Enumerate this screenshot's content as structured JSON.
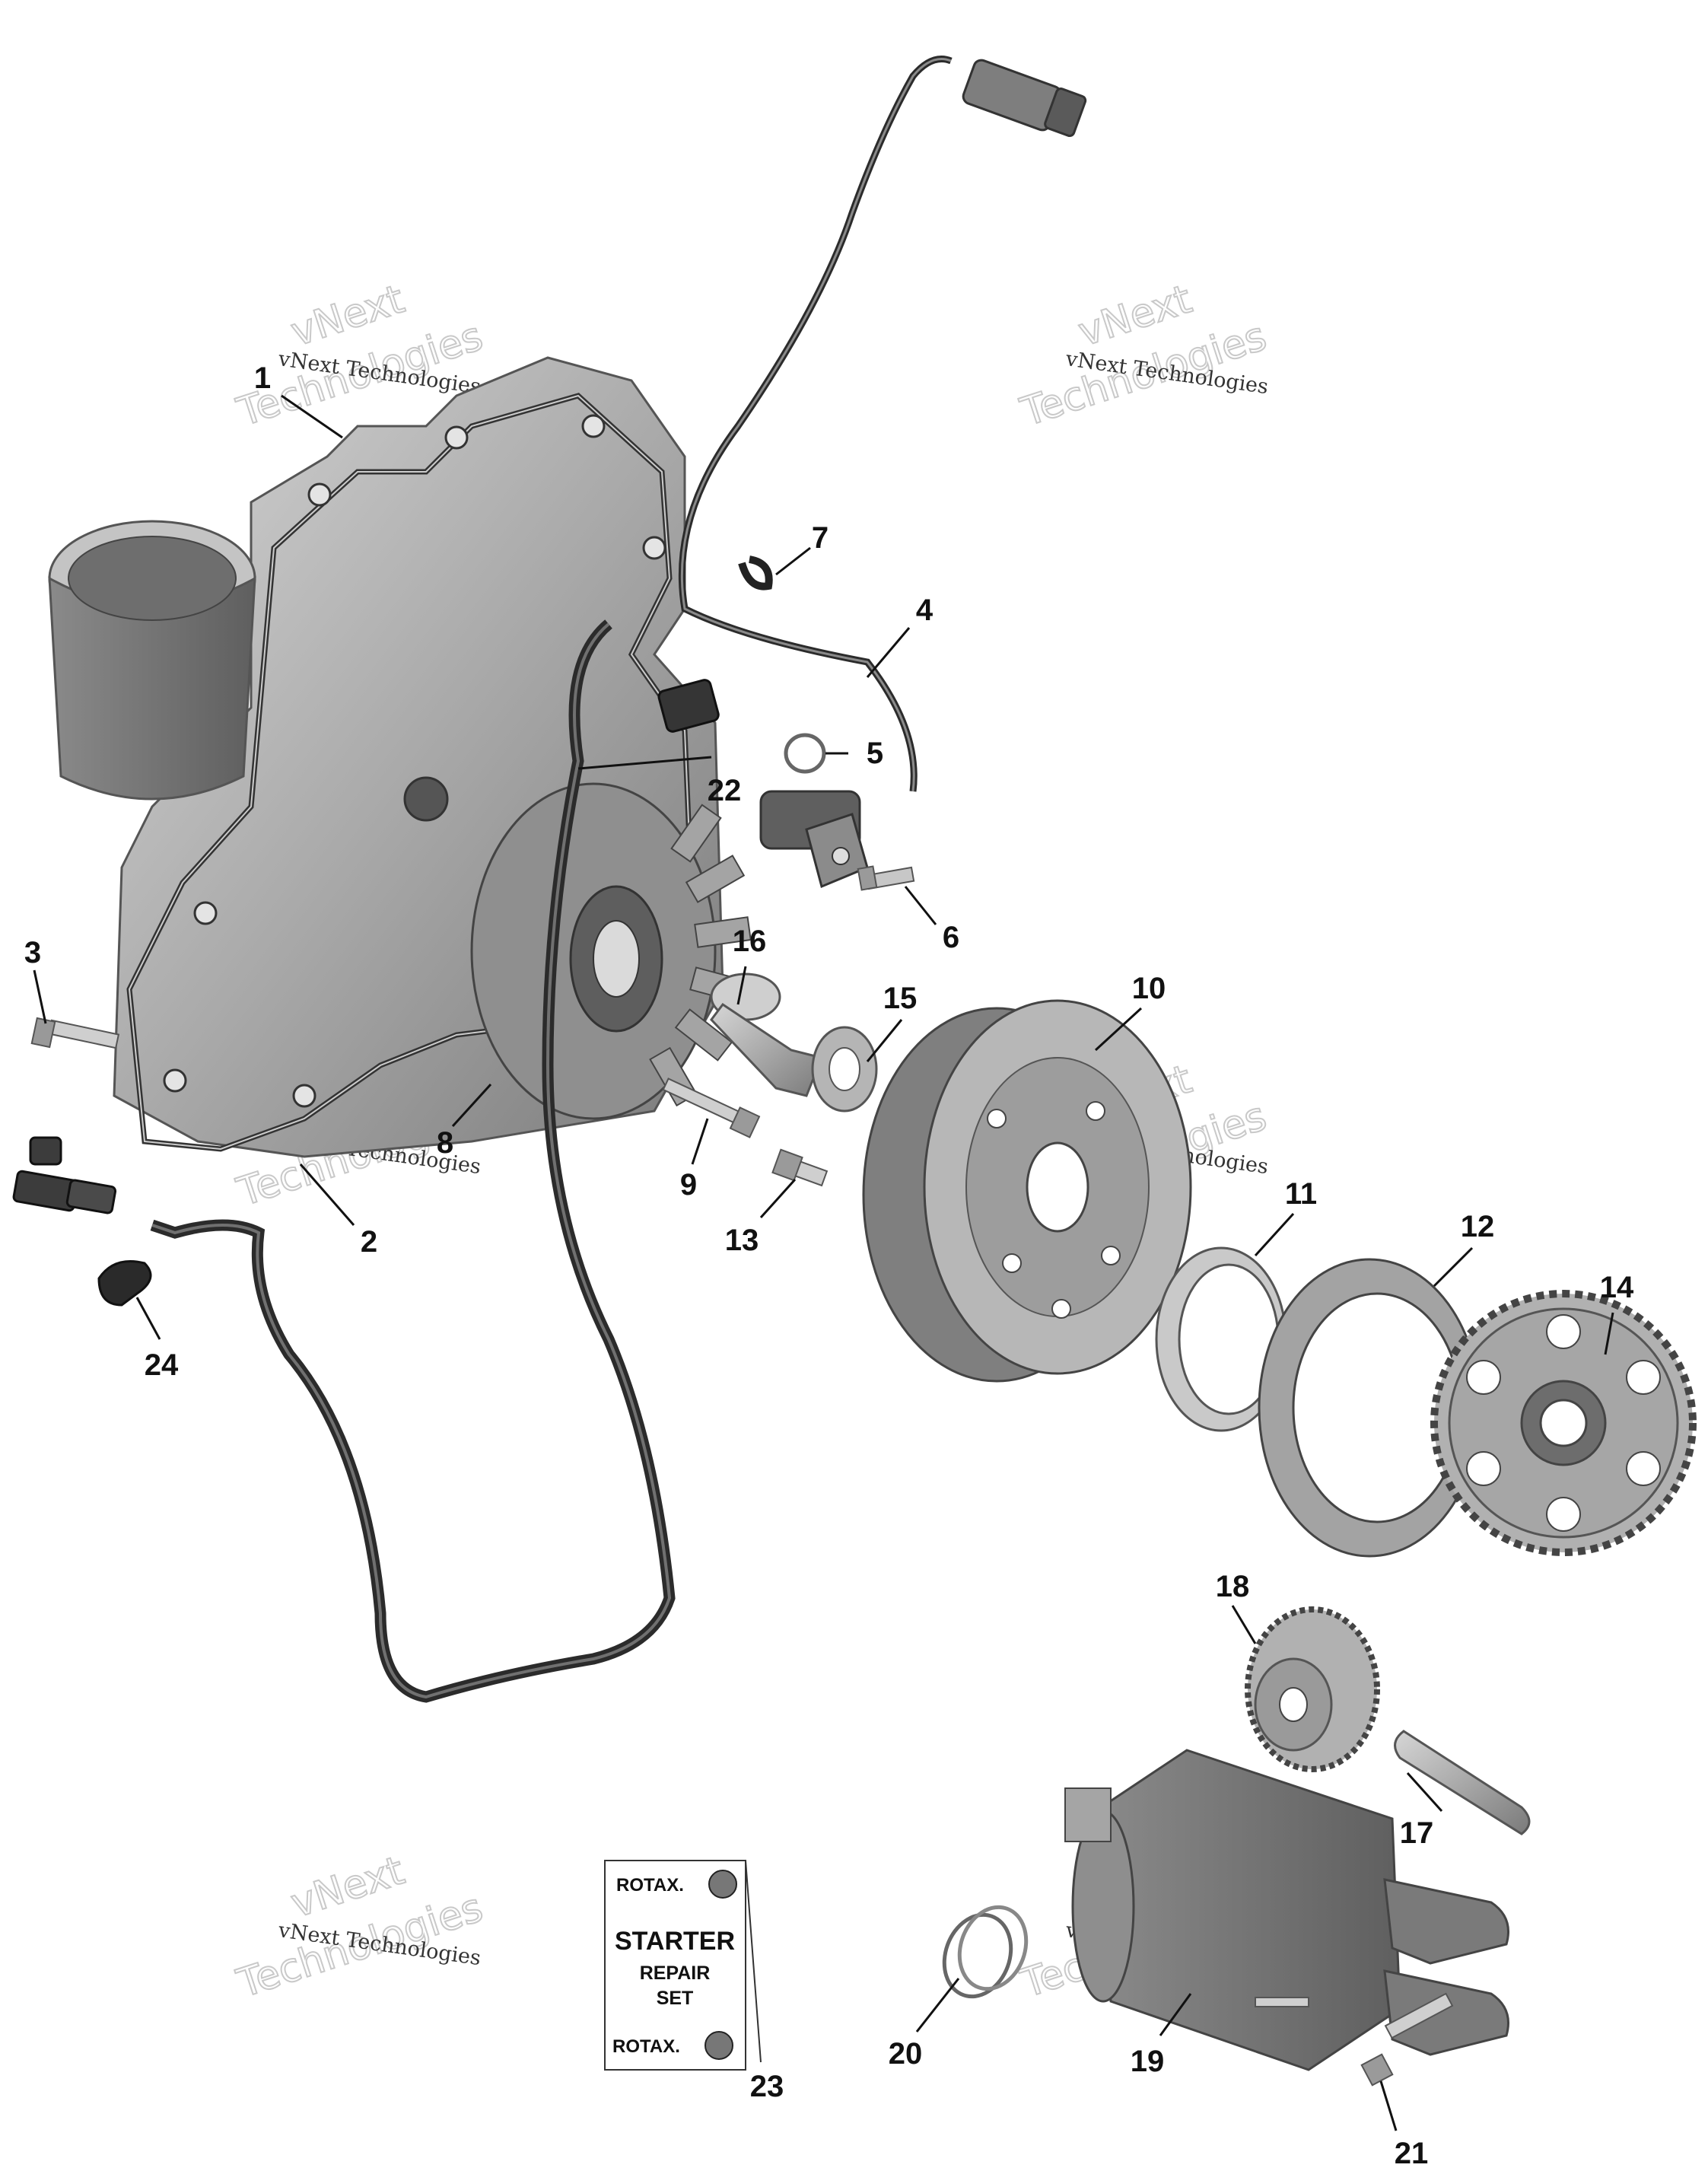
{
  "watermark": {
    "line1": "vNext",
    "line2": "Technologies",
    "small": "vNext Technologies"
  },
  "callouts": [
    "1",
    "2",
    "3",
    "4",
    "5",
    "6",
    "7",
    "8",
    "9",
    "10",
    "11",
    "12",
    "13",
    "14",
    "15",
    "16",
    "17",
    "18",
    "19",
    "20",
    "21",
    "22",
    "23",
    "24"
  ],
  "repair_card": {
    "brand_top": "ROTAX.",
    "line1": "STARTER",
    "line2": "REPAIR",
    "line3": "SET",
    "brand_bottom": "ROTAX."
  },
  "colors": {
    "part_fill": "#a9a9a9",
    "part_dark": "#7d7d7d",
    "part_light": "#d0d0d0",
    "cable": "#2b2b2b",
    "text": "#111111"
  }
}
